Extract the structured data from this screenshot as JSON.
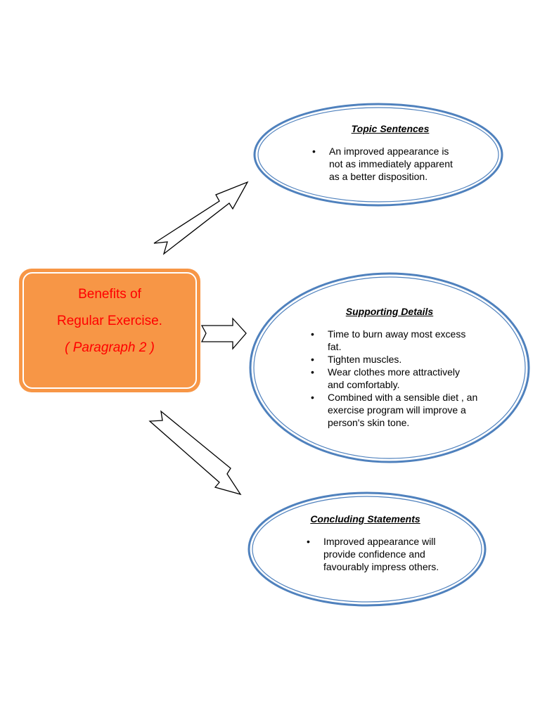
{
  "center": {
    "line1": "Benefits of",
    "line2": "Regular Exercise.",
    "line3": "( Paragraph 2 )"
  },
  "bubbles": {
    "topic": {
      "heading": "Topic Sentences",
      "items": [
        "An improved appearance is not as immediately apparent as a better disposition."
      ]
    },
    "supporting": {
      "heading": "Supporting Details",
      "items": [
        "Time to burn away most excess fat.",
        "Tighten muscles.",
        "Wear clothes more attractively and comfortably.",
        "Combined with a sensible diet , an exercise program will improve a person's skin tone."
      ]
    },
    "concluding": {
      "heading": "Concluding Statements",
      "items": [
        "Improved appearance will provide confidence and favourably impress others."
      ]
    }
  },
  "colors": {
    "center_fill": "#f79646",
    "center_text": "#ff0000",
    "ellipse_border": "#4f81bd",
    "arrow_stroke": "#000000"
  }
}
